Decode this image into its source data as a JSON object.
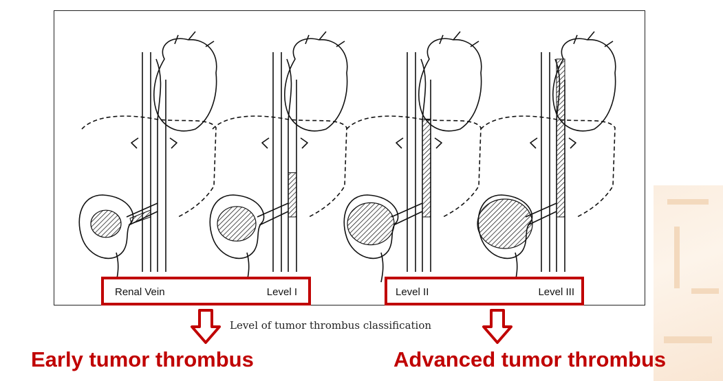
{
  "figure": {
    "caption": "Level of tumor thrombus classification",
    "panels": [
      {
        "level": "Renal Vein"
      },
      {
        "level": "Level I"
      },
      {
        "level": "Level II"
      },
      {
        "level": "Level III"
      }
    ]
  },
  "groups": {
    "early": {
      "label": "Early tumor thrombus",
      "left_label": "Renal Vein",
      "right_label": "Level I"
    },
    "advanced": {
      "label": "Advanced tumor thrombus",
      "left_label": "Level II",
      "right_label": "Level III"
    }
  },
  "colors": {
    "accent": "#c00000",
    "ink": "#111111",
    "watermark": "#f3d9bd"
  }
}
